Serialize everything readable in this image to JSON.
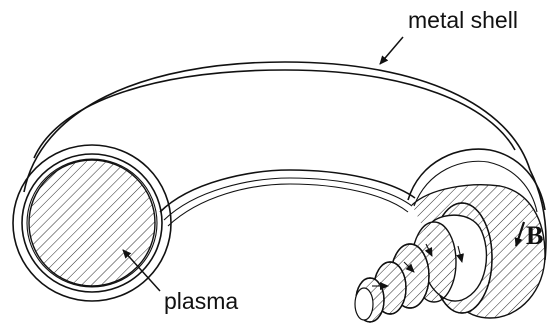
{
  "labels": {
    "shell": "metal shell",
    "plasma": "plasma",
    "field": "B"
  },
  "colors": {
    "ink": "#111111",
    "background": "#ffffff"
  }
}
